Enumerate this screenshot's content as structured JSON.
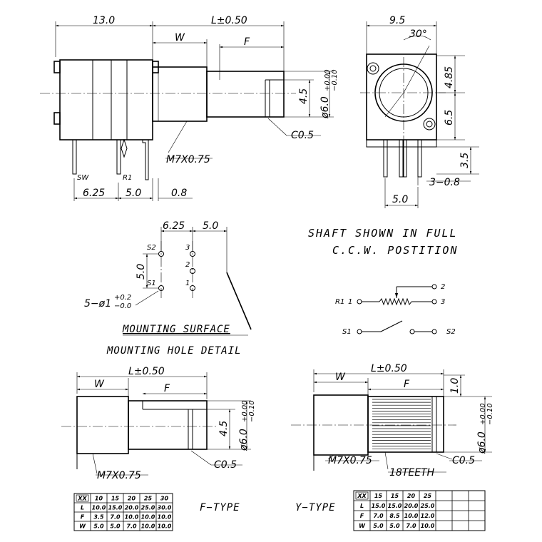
{
  "side_view": {
    "dim_body": "13.0",
    "dim_length": "L±0.50",
    "dim_w": "W",
    "dim_f": "F",
    "dim_dia_main": "ø6.0",
    "dim_dia_tol_plus": "+0.00",
    "dim_dia_tol_minus": "−0.10",
    "dim_flat": "4.5",
    "chamfer": "C0.5",
    "thread": "M7X0.75",
    "pin_sw": "SW",
    "pin_r1": "R1",
    "dim_625": "6.25",
    "dim_50": "5.0",
    "dim_08": "0.8"
  },
  "front_view": {
    "dim_width": "9.5",
    "angle": "30°",
    "dim_485": "4.85",
    "dim_65": "6.5",
    "dim_35": "3.5",
    "dim_308": "3−0.8",
    "dim_50": "5.0"
  },
  "hole_detail": {
    "dim_625": "6.25",
    "dim_50": "5.0",
    "dim_50_v": "5.0",
    "s2": "S2",
    "s1": "S1",
    "p3": "3",
    "p2": "2",
    "p1": "1",
    "hole_prefix": "5−ø1",
    "hole_tol_plus": "+0.2",
    "hole_tol_minus": "−0.0",
    "mounting_surface": "MOUNTING SURFACE",
    "title": "MOUNTING HOLE DETAIL"
  },
  "note": {
    "line1": "SHAFT SHOWN IN FULL",
    "line2": "C.C.W. POSTITION"
  },
  "schematic": {
    "r1": "R1",
    "t1": "1",
    "t2": "2",
    "t3": "3",
    "s1": "S1",
    "s2": "S2"
  },
  "f_type": {
    "dim_length": "L±0.50",
    "dim_w": "W",
    "dim_f": "F",
    "dim_flat": "4.5",
    "dim_dia_main": "ø6.0",
    "dim_dia_tol_plus": "+0.00",
    "dim_dia_tol_minus": "−0.10",
    "chamfer": "C0.5",
    "thread": "M7X0.75",
    "label": "F−TYPE",
    "table": {
      "header": [
        "XX",
        "10",
        "15",
        "20",
        "25",
        "30"
      ],
      "rows": [
        [
          "L",
          "10.0",
          "15.0",
          "20.0",
          "25.0",
          "30.0"
        ],
        [
          "F",
          "3.5",
          "7.0",
          "10.0",
          "10.0",
          "10.0"
        ],
        [
          "W",
          "5.0",
          "5.0",
          "7.0",
          "10.0",
          "10.0"
        ]
      ]
    }
  },
  "y_type": {
    "dim_length": "L±0.50",
    "dim_w": "W",
    "dim_f": "F",
    "dim_10": "1.0",
    "dim_dia_main": "ø6.0",
    "dim_dia_tol_plus": "+0.00",
    "dim_dia_tol_minus": "−0.10",
    "chamfer": "C0.5",
    "thread": "M7X0.75",
    "teeth": "18TEETH",
    "label": "Y−TYPE",
    "table": {
      "header": [
        "XX",
        "15",
        "15",
        "20",
        "25",
        "",
        "",
        ""
      ],
      "rows": [
        [
          "L",
          "15.0",
          "15.0",
          "20.0",
          "25.0",
          "",
          "",
          ""
        ],
        [
          "F",
          "7.0",
          "8.5",
          "10.0",
          "12.0",
          "",
          "",
          ""
        ],
        [
          "W",
          "5.0",
          "5.0",
          "7.0",
          "10.0",
          "",
          "",
          ""
        ]
      ]
    }
  }
}
